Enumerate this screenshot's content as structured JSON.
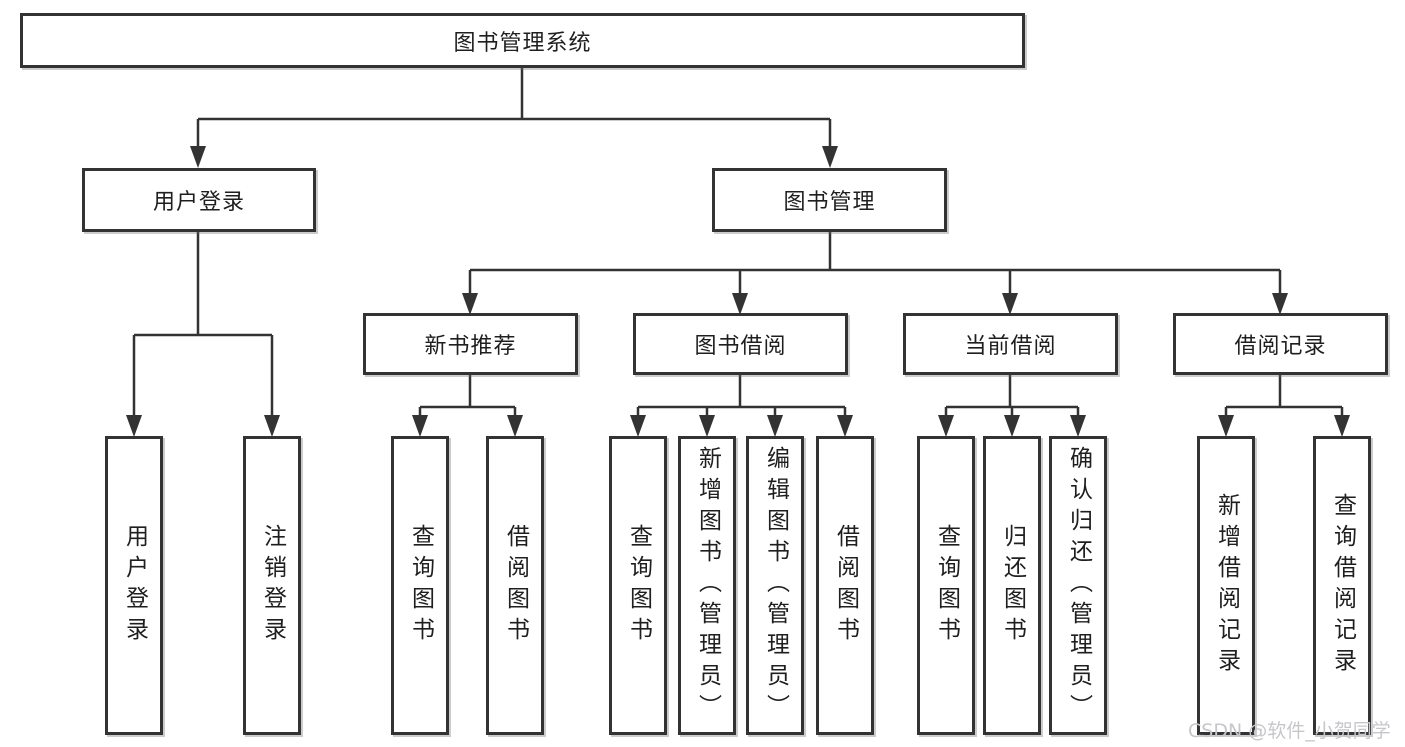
{
  "tree": {
    "label": "图书管理系统",
    "children": [
      {
        "label": "用户登录",
        "children": [
          {
            "label": "用户登录"
          },
          {
            "label": "注销登录"
          }
        ]
      },
      {
        "label": "图书管理",
        "children": [
          {
            "label": "新书推荐",
            "children": [
              {
                "label": "查询图书"
              },
              {
                "label": "借阅图书"
              }
            ]
          },
          {
            "label": "图书借阅",
            "children": [
              {
                "label": "查询图书"
              },
              {
                "label": "新增图书（管理员）"
              },
              {
                "label": "编辑图书（管理员）"
              },
              {
                "label": "借阅图书"
              }
            ]
          },
          {
            "label": "当前借阅",
            "children": [
              {
                "label": "查询图书"
              },
              {
                "label": "归还图书"
              },
              {
                "label": "确认归还（管理员）"
              }
            ]
          },
          {
            "label": "借阅记录",
            "children": [
              {
                "label": "新增借阅记录"
              },
              {
                "label": "查询借阅记录"
              }
            ]
          }
        ]
      }
    ]
  },
  "watermark": "CSDN @软件_小贺同学",
  "colors": {
    "line": "#333333",
    "box_border": "#333333",
    "text": "#1f1f1f",
    "background": "#ffffff",
    "watermark": "#c7c7cb"
  }
}
